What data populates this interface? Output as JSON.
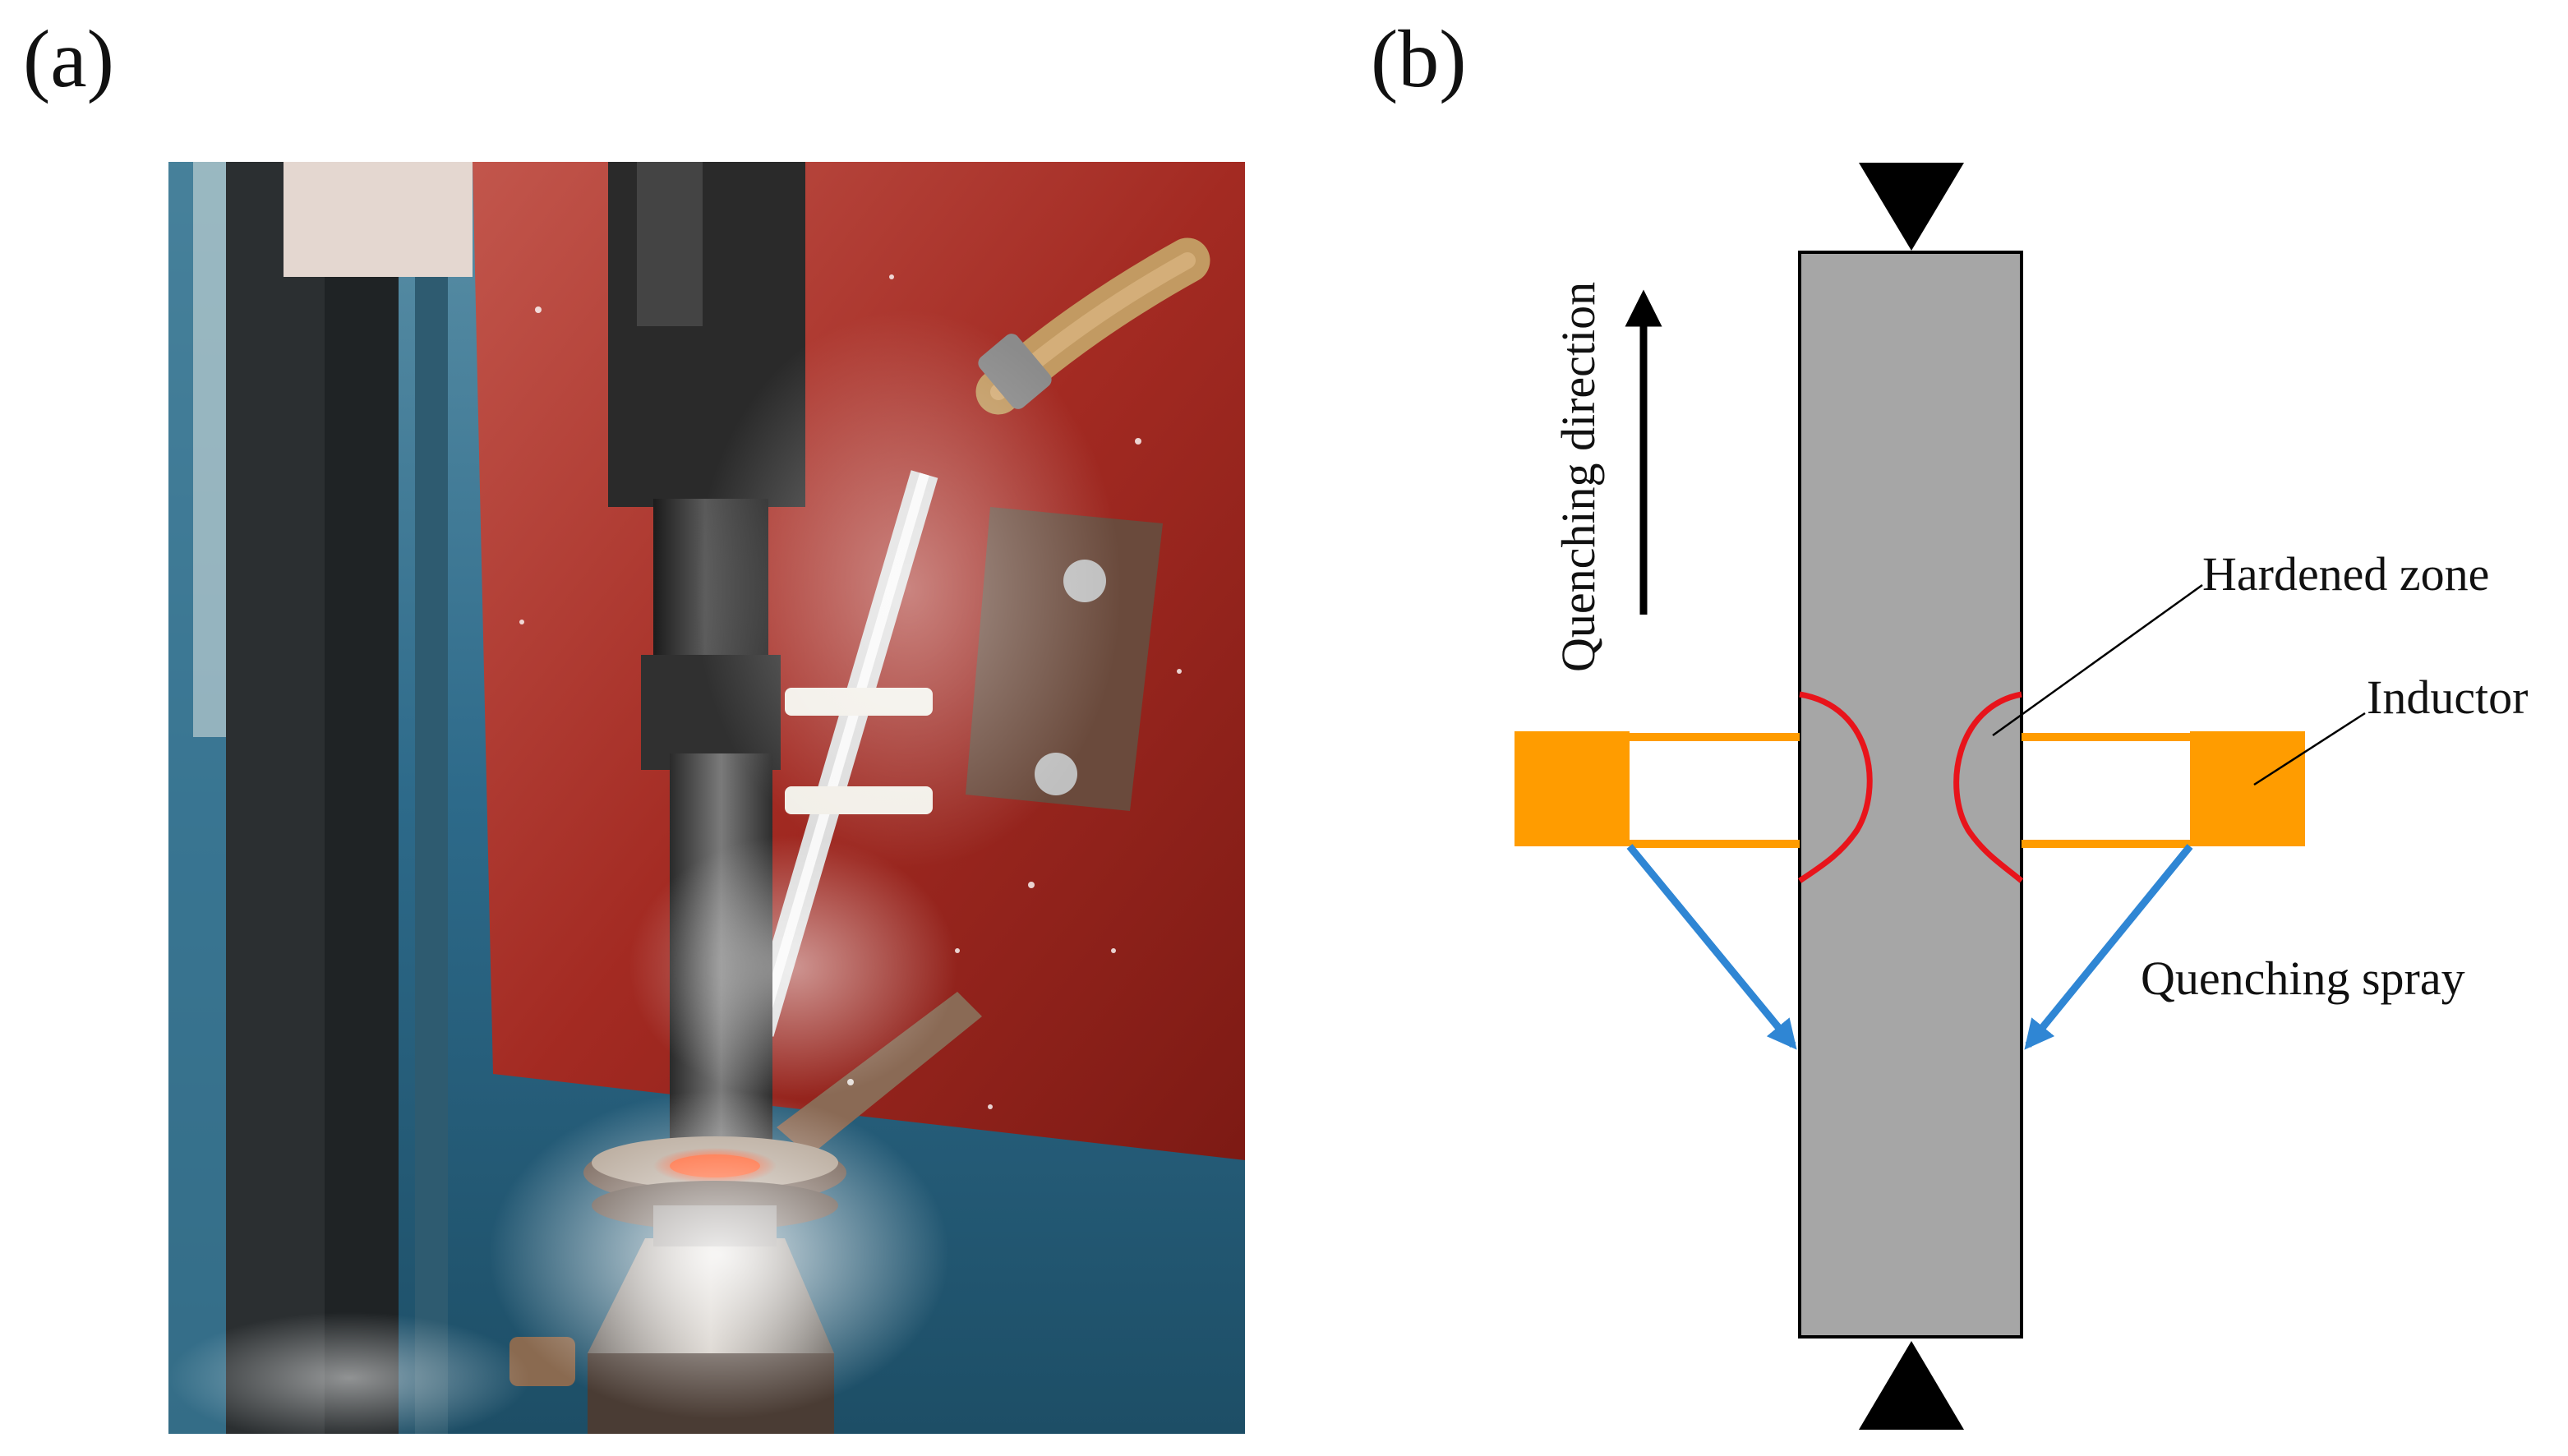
{
  "panels": {
    "a": {
      "label": "(a)"
    },
    "b": {
      "label": "(b)"
    }
  },
  "diagram": {
    "quenching_direction": "Quenching direction",
    "hardened_zone": "Hardened zone",
    "inductor": "Inductor",
    "quenching_spray": "Quenching spray"
  },
  "colors": {
    "specimen": "#a6a6a6",
    "inductor": "#ff9c00",
    "hardened_outline": "#e8141b",
    "spray_arrow": "#2f86d4",
    "grip": "#000000"
  }
}
